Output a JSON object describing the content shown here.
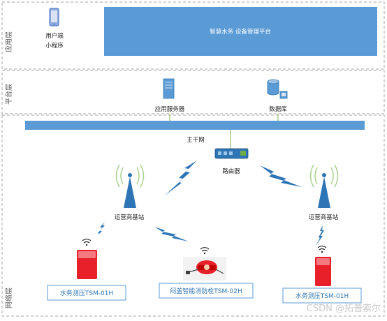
{
  "layers": {
    "application": "应用层",
    "platform": "平台层",
    "network": "网络层"
  },
  "app": {
    "client_line1": "用户端",
    "client_line2": "小程序",
    "platform_title": "智慧水务 设备管理平台"
  },
  "platform": {
    "app_server": "应用服务器",
    "database": "数据库"
  },
  "network": {
    "backbone": "主干网",
    "router": "路由器",
    "base_station_left": "运营商基站",
    "base_station_right": "运营商基站",
    "device_left": "水务测压TSM-01H",
    "device_middle": "闷盖智能消防栓TSM-02H",
    "device_right": "水务测压TSM-01H"
  },
  "watermark": "CSDN @拓普索尔",
  "colors": {
    "bar_blue": "#5b9bd5",
    "device_red": "#e8202a",
    "link_green": "#a9d18e",
    "signal_blue": "#2e75b6",
    "label_border": "#5b9bd5",
    "dash_gray": "#a6a6a6"
  }
}
